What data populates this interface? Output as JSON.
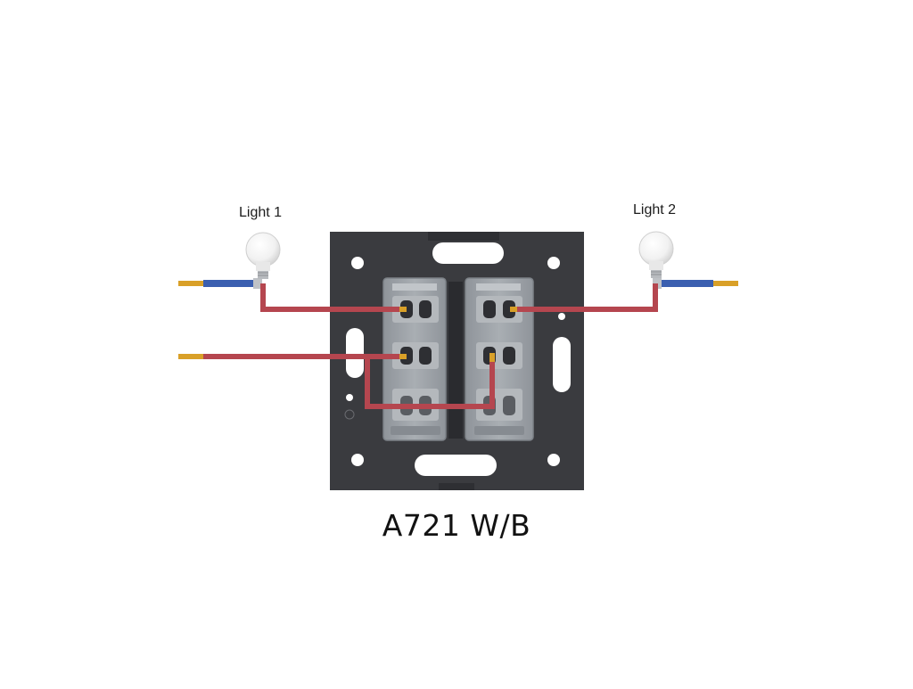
{
  "lights": [
    {
      "label": "Light 1"
    },
    {
      "label": "Light 2"
    }
  ],
  "model": "A721 W/B",
  "colors": {
    "background": "#ffffff",
    "plate": "#3a3b3f",
    "module": "#9ea3a8",
    "live_wire": "#b5464f",
    "neutral_wire": "#3b5fb0",
    "conductor": "#d9a028",
    "bulb": "#f4f4f4",
    "label_text": "#1c1c1c"
  }
}
